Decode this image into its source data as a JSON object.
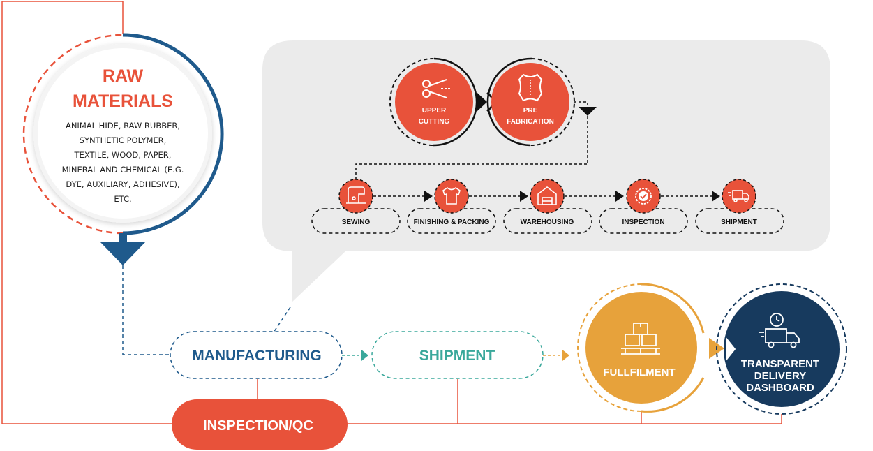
{
  "colors": {
    "red": "#e8523a",
    "blue": "#1f5a8c",
    "teal": "#3aa89b",
    "orange": "#e7a23b",
    "navy": "#173a5e",
    "panel_gray": "#ebebeb",
    "dark": "#111111"
  },
  "raw_materials": {
    "title_line1": "RAW",
    "title_line2": "MATERIALS",
    "items": [
      "ANIMAL HIDE, RAW RUBBER,",
      "SYNTHETIC POLYMER,",
      "TEXTILE, WOOD, PAPER,",
      "MINERAL AND CHEMICAL (E.G.",
      "DYE, AUXILIARY, ADHESIVE),",
      "ETC."
    ]
  },
  "process_panel": {
    "top_steps": [
      {
        "line1": "UPPER",
        "line2": "CUTTING",
        "icon": "scissors-icon"
      },
      {
        "line1": "PRE",
        "line2": "FABRICATION",
        "icon": "leather-hide-icon"
      }
    ],
    "bottom_steps": [
      {
        "label": "SEWING",
        "icon": "sewing-machine-icon"
      },
      {
        "label": "FINISHING & PACKING",
        "icon": "tshirt-icon"
      },
      {
        "label": "WAREHOUSING",
        "icon": "warehouse-icon"
      },
      {
        "label": "INSPECTION",
        "icon": "check-badge-icon"
      },
      {
        "label": "SHIPMENT",
        "icon": "delivery-truck-icon"
      }
    ]
  },
  "flow": {
    "manufacturing": "MANUFACTURING",
    "shipment": "SHIPMENT",
    "fulfilment": "FULLFILMENT",
    "dashboard_line1": "TRANSPARENT",
    "dashboard_line2": "DELIVERY",
    "dashboard_line3": "DASHBOARD",
    "inspection_qc": "INSPECTION/QC"
  }
}
